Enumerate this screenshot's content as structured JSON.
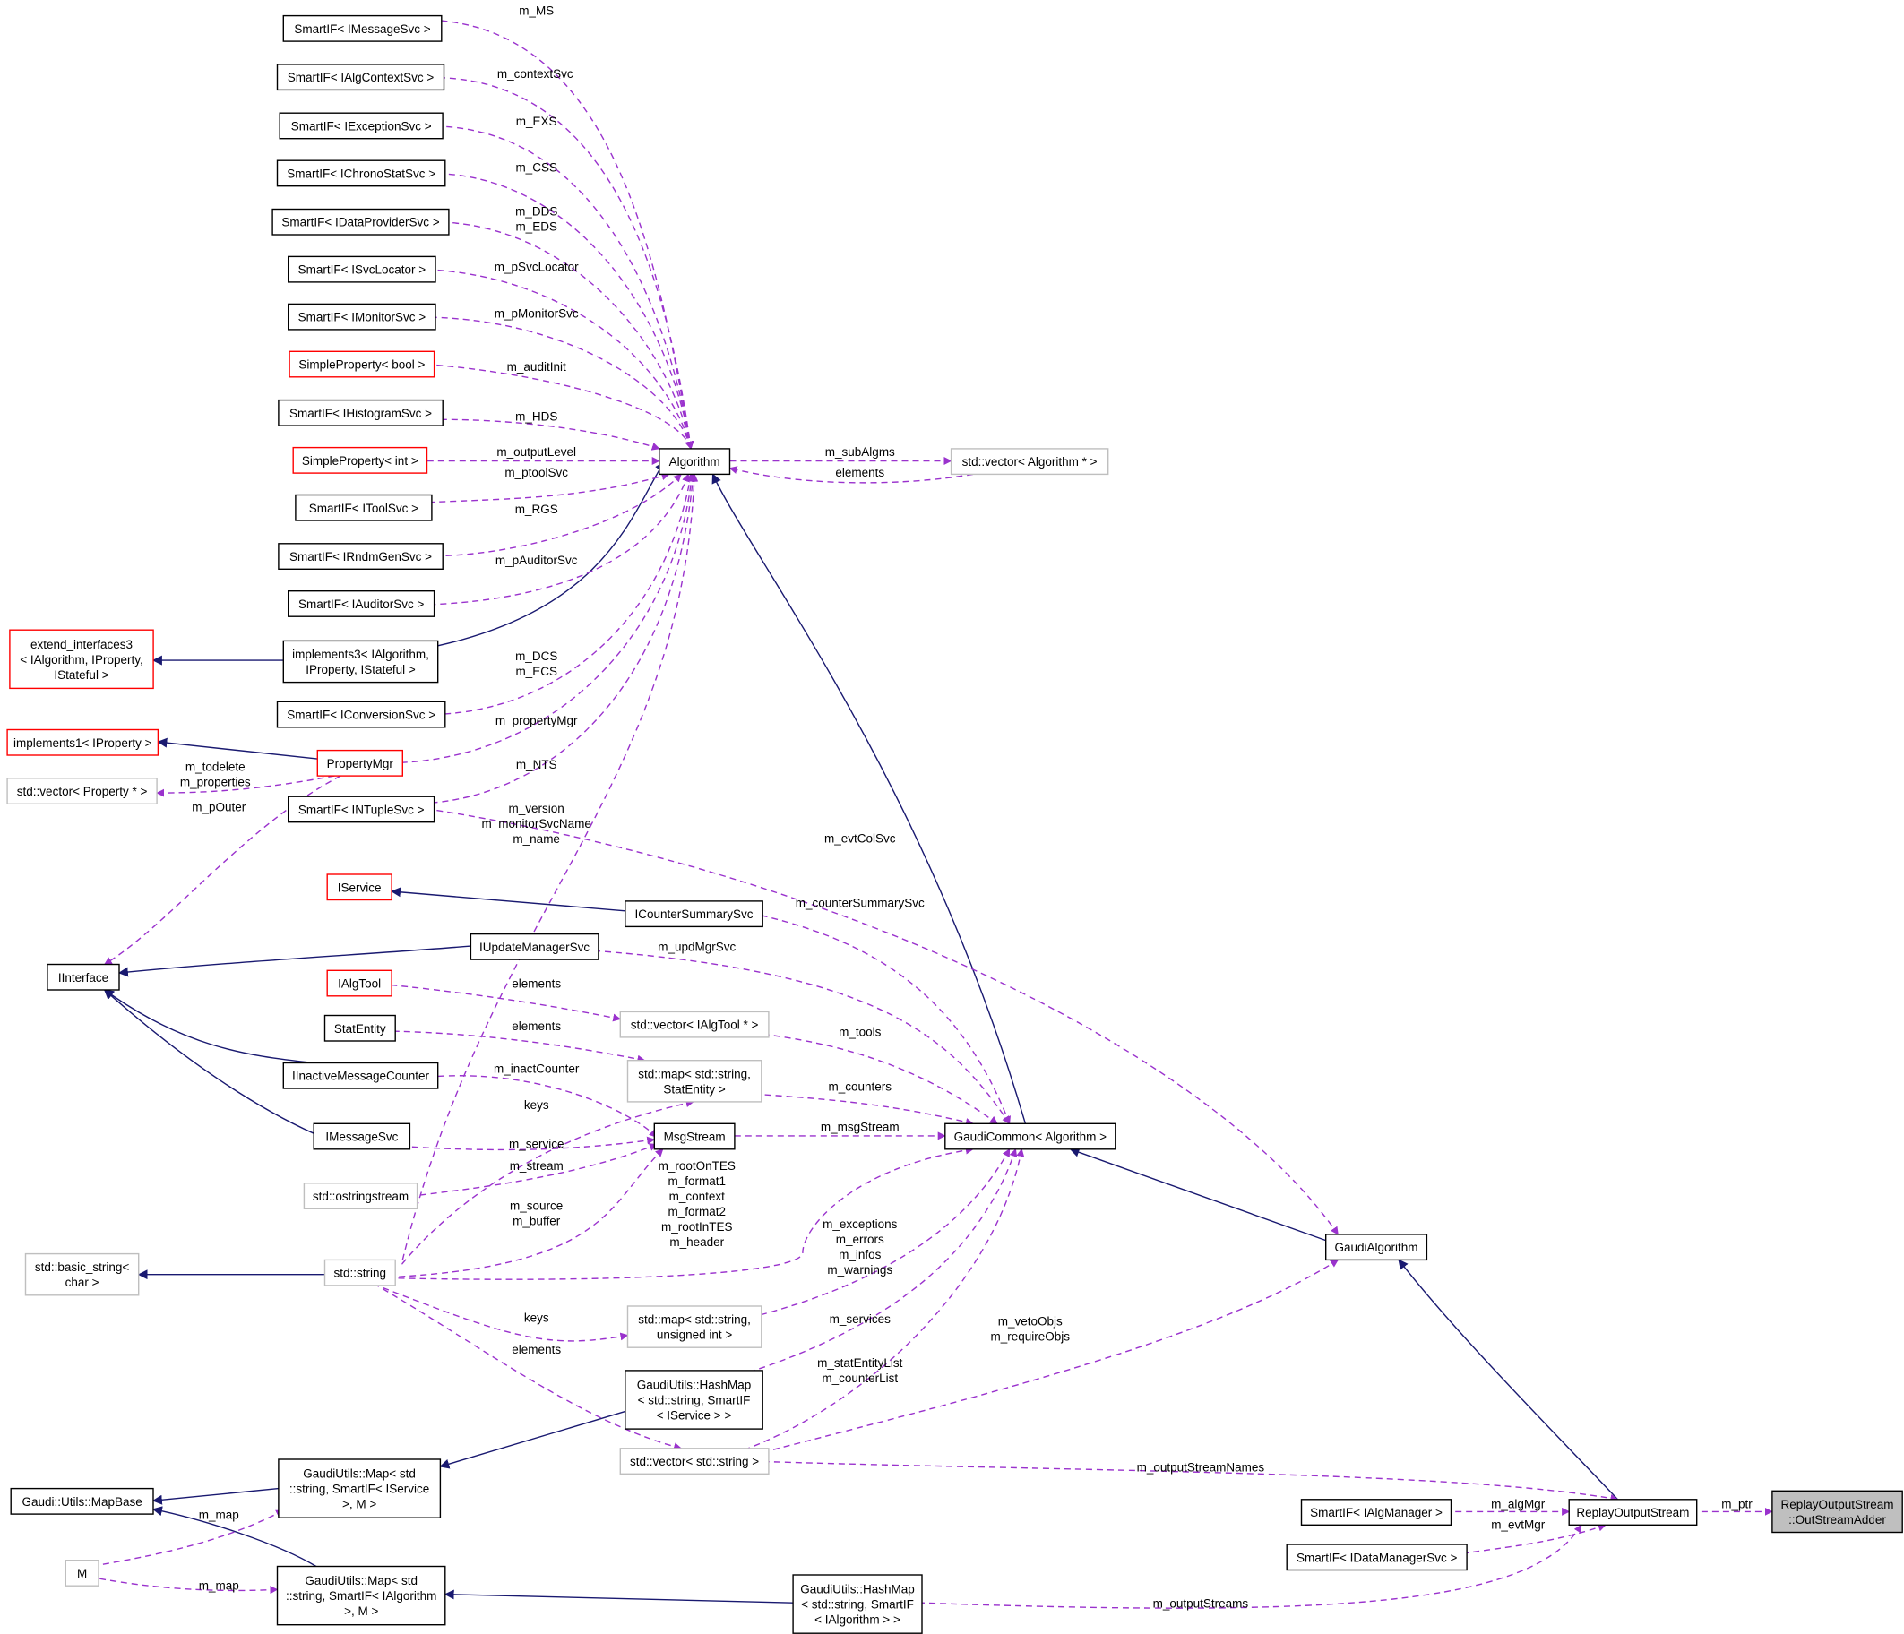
{
  "nodes": {
    "n_msgsvc_if": {
      "lines": [
        "SmartIF< IMessageSvc >"
      ],
      "style": "plain"
    },
    "n_algctx_if": {
      "lines": [
        "SmartIF< IAlgContextSvc >"
      ],
      "style": "plain"
    },
    "n_exc_if": {
      "lines": [
        "SmartIF< IExceptionSvc >"
      ],
      "style": "plain"
    },
    "n_chrono_if": {
      "lines": [
        "SmartIF< IChronoStatSvc >"
      ],
      "style": "plain"
    },
    "n_dataprov_if": {
      "lines": [
        "SmartIF< IDataProviderSvc >"
      ],
      "style": "plain"
    },
    "n_svcloc_if": {
      "lines": [
        "SmartIF< ISvcLocator >"
      ],
      "style": "plain"
    },
    "n_mon_if": {
      "lines": [
        "SmartIF< IMonitorSvc >"
      ],
      "style": "plain"
    },
    "n_sp_bool": {
      "lines": [
        "SimpleProperty< bool >"
      ],
      "style": "red"
    },
    "n_hist_if": {
      "lines": [
        "SmartIF< IHistogramSvc >"
      ],
      "style": "plain"
    },
    "n_sp_int": {
      "lines": [
        "SimpleProperty< int >"
      ],
      "style": "red"
    },
    "n_tool_if": {
      "lines": [
        "SmartIF< IToolSvc >"
      ],
      "style": "plain"
    },
    "n_rndm_if": {
      "lines": [
        "SmartIF< IRndmGenSvc >"
      ],
      "style": "plain"
    },
    "n_aud_if": {
      "lines": [
        "SmartIF< IAuditorSvc >"
      ],
      "style": "plain"
    },
    "n_ext3": {
      "lines": [
        "extend_interfaces3",
        "< IAlgorithm, IProperty,",
        "IStateful >"
      ],
      "style": "red"
    },
    "n_impl3": {
      "lines": [
        "implements3< IAlgorithm,",
        "IProperty, IStateful >"
      ],
      "style": "plain"
    },
    "n_conv_if": {
      "lines": [
        "SmartIF< IConversionSvc >"
      ],
      "style": "plain"
    },
    "n_impl1": {
      "lines": [
        "implements1< IProperty >"
      ],
      "style": "red"
    },
    "n_propmgr": {
      "lines": [
        "PropertyMgr"
      ],
      "style": "red"
    },
    "n_vecprop": {
      "lines": [
        "std::vector< Property * >"
      ],
      "style": "gray"
    },
    "n_ntuple_if": {
      "lines": [
        "SmartIF< INTupleSvc >"
      ],
      "style": "plain"
    },
    "n_algorithm": {
      "lines": [
        "Algorithm"
      ],
      "style": "plain"
    },
    "n_vecalg": {
      "lines": [
        "std::vector< Algorithm * >"
      ],
      "style": "gray"
    },
    "n_iservice": {
      "lines": [
        "IService"
      ],
      "style": "red"
    },
    "n_icounter": {
      "lines": [
        "ICounterSummarySvc"
      ],
      "style": "plain"
    },
    "n_iupdate": {
      "lines": [
        "IUpdateManagerSvc"
      ],
      "style": "plain"
    },
    "n_iinterface": {
      "lines": [
        "IInterface"
      ],
      "style": "plain"
    },
    "n_ialgtool": {
      "lines": [
        "IAlgTool"
      ],
      "style": "red"
    },
    "n_vectool": {
      "lines": [
        "std::vector< IAlgTool * >"
      ],
      "style": "gray"
    },
    "n_statentity": {
      "lines": [
        "StatEntity"
      ],
      "style": "plain"
    },
    "n_mapstat": {
      "lines": [
        "std::map< std::string,",
        "StatEntity >"
      ],
      "style": "gray"
    },
    "n_iinactive": {
      "lines": [
        "IInactiveMessageCounter"
      ],
      "style": "plain"
    },
    "n_imsgsvc": {
      "lines": [
        "IMessageSvc"
      ],
      "style": "plain"
    },
    "n_msgstream": {
      "lines": [
        "MsgStream"
      ],
      "style": "plain"
    },
    "n_gcommon": {
      "lines": [
        "GaudiCommon< Algorithm >"
      ],
      "style": "plain"
    },
    "n_ostr": {
      "lines": [
        "std::ostringstream"
      ],
      "style": "gray"
    },
    "n_basicstr": {
      "lines": [
        "std::basic_string<",
        "char >"
      ],
      "style": "gray"
    },
    "n_string": {
      "lines": [
        "std::string"
      ],
      "style": "gray"
    },
    "n_galg": {
      "lines": [
        "GaudiAlgorithm"
      ],
      "style": "plain"
    },
    "n_mapuint": {
      "lines": [
        "std::map< std::string,",
        "unsigned int >"
      ],
      "style": "gray"
    },
    "n_hmsvc": {
      "lines": [
        "GaudiUtils::HashMap",
        "< std::string, SmartIF",
        "< IService > >"
      ],
      "style": "plain"
    },
    "n_vecstr": {
      "lines": [
        "std::vector< std::string >"
      ],
      "style": "gray"
    },
    "n_mapbase": {
      "lines": [
        "Gaudi::Utils::MapBase"
      ],
      "style": "plain"
    },
    "n_mapsvc": {
      "lines": [
        "GaudiUtils::Map< std",
        "::string, SmartIF< IService",
        ">, M >"
      ],
      "style": "plain"
    },
    "n_m": {
      "lines": [
        "M"
      ],
      "style": "gray"
    },
    "n_algmgr_if": {
      "lines": [
        "SmartIF< IAlgManager >"
      ],
      "style": "plain"
    },
    "n_replay": {
      "lines": [
        "ReplayOutputStream"
      ],
      "style": "plain"
    },
    "n_adder": {
      "lines": [
        "ReplayOutputStream",
        "::OutStreamAdder"
      ],
      "style": "focus"
    },
    "n_datamgr_if": {
      "lines": [
        "SmartIF< IDataManagerSvc >"
      ],
      "style": "plain"
    },
    "n_mapalg": {
      "lines": [
        "GaudiUtils::Map< std",
        "::string, SmartIF< IAlgorithm",
        ">, M >"
      ],
      "style": "plain"
    },
    "n_hmalg": {
      "lines": [
        "GaudiUtils::HashMap",
        "< std::string, SmartIF",
        "< IAlgorithm > >"
      ],
      "style": "plain"
    }
  },
  "labels": {
    "l_ms": [
      "m_MS"
    ],
    "l_ctx": [
      "m_contextSvc"
    ],
    "l_exs": [
      "m_EXS"
    ],
    "l_css": [
      "m_CSS"
    ],
    "l_dds": [
      "m_DDS",
      "m_EDS"
    ],
    "l_psvc": [
      "m_pSvcLocator"
    ],
    "l_pmon": [
      "m_pMonitorSvc"
    ],
    "l_ainit": [
      "m_auditInit"
    ],
    "l_hds": [
      "m_HDS"
    ],
    "l_olev": [
      "m_outputLevel"
    ],
    "l_ptool": [
      "m_ptoolSvc"
    ],
    "l_rgs": [
      "m_RGS"
    ],
    "l_paud": [
      "m_pAuditorSvc"
    ],
    "l_dcs": [
      "m_DCS",
      "m_ECS"
    ],
    "l_pmgr": [
      "m_propertyMgr"
    ],
    "l_nts": [
      "m_NTS"
    ],
    "l_ver": [
      "m_version",
      "m_monitorSvcName",
      "m_name"
    ],
    "l_subalg": [
      "m_subAlgms"
    ],
    "l_elem_alg": [
      "elements"
    ],
    "l_todel": [
      "m_todelete",
      "m_properties"
    ],
    "l_pouter": [
      "m_pOuter"
    ],
    "l_evtcol": [
      "m_evtColSvc"
    ],
    "l_csum": [
      "m_counterSummarySvc"
    ],
    "l_upd": [
      "m_updMgrSvc"
    ],
    "l_elem_tool": [
      "elements"
    ],
    "l_elem_stat": [
      "elements"
    ],
    "l_tools": [
      "m_tools"
    ],
    "l_inact": [
      "m_inactCounter"
    ],
    "l_counters": [
      "m_counters"
    ],
    "l_keys1": [
      "keys"
    ],
    "l_msgstr": [
      "m_msgStream"
    ],
    "l_service": [
      "m_service"
    ],
    "l_stream": [
      "m_stream"
    ],
    "l_roots": [
      "m_rootOnTES",
      "m_format1",
      "m_context",
      "m_format2",
      "m_rootInTES",
      "m_header"
    ],
    "l_source": [
      "m_source",
      "m_buffer"
    ],
    "l_exc": [
      "m_exceptions",
      "m_errors",
      "m_infos",
      "m_warnings"
    ],
    "l_keys2": [
      "keys"
    ],
    "l_services": [
      "m_services"
    ],
    "l_elem_str": [
      "elements"
    ],
    "l_veto": [
      "m_vetoObjs",
      "m_requireObjs"
    ],
    "l_statlist": [
      "m_statEntityList",
      "m_counterList"
    ],
    "l_osn": [
      "m_outputStreamNames"
    ],
    "l_map1": [
      "m_map"
    ],
    "l_map2": [
      "m_map"
    ],
    "l_algmgr": [
      "m_algMgr"
    ],
    "l_evtmgr": [
      "m_evtMgr"
    ],
    "l_ptr": [
      "m_ptr"
    ],
    "l_ostreams": [
      "m_outputStreams"
    ]
  }
}
